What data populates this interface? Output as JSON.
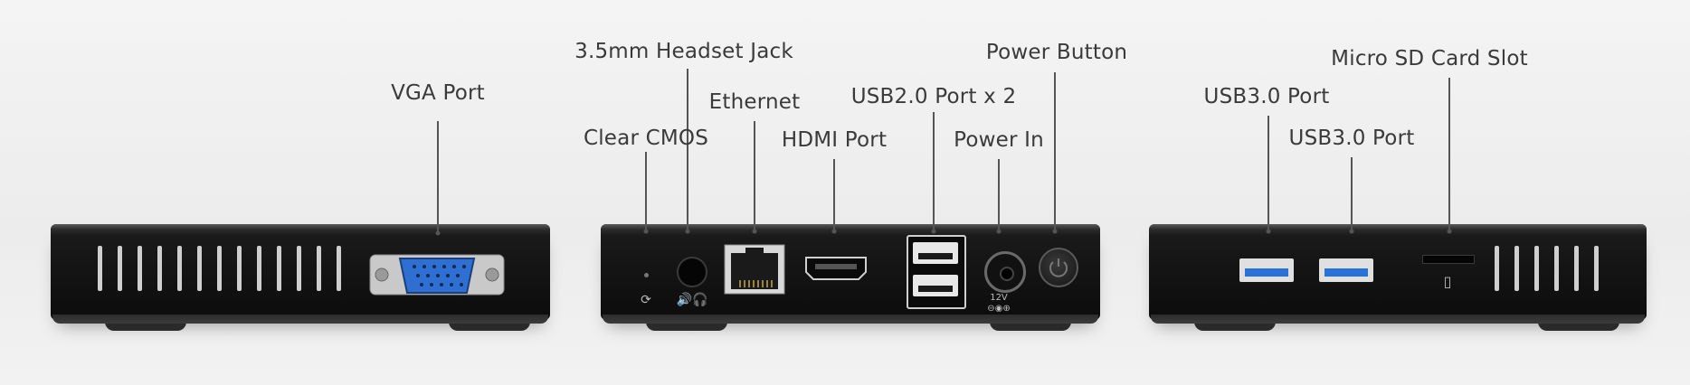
{
  "labels": {
    "vga": "VGA Port",
    "headset": "3.5mm Headset Jack",
    "clear_cmos": "Clear CMOS",
    "ethernet": "Ethernet",
    "hdmi": "HDMI Port",
    "usb2": "USB2.0 Port x 2",
    "power_in": "Power In",
    "power_button": "Power Button",
    "usb3_a": "USB3.0 Port",
    "usb3_b": "USB3.0 Port",
    "microsd": "Micro SD Card Slot"
  },
  "markings": {
    "power_rating": "12V"
  },
  "colors": {
    "vga_blue": "#2f6fd1",
    "usb3_blue": "#2a73d6",
    "label_text": "#3a3a3a",
    "leader_line": "#555555",
    "device_body": "#121212"
  }
}
